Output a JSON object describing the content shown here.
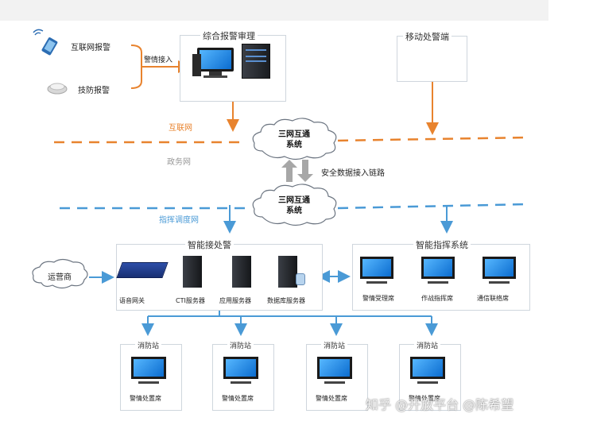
{
  "top_left": {
    "internet_alarm": "互联网报警",
    "tech_alarm": "技防报警",
    "alarm_access": "警情接入"
  },
  "review_box": {
    "title": "综合报警审理"
  },
  "mobile_box": {
    "title": "移动处警端"
  },
  "networks": {
    "internet": "互联网",
    "gov": "政务网",
    "dispatch": "指挥调度网"
  },
  "clouds": {
    "upper": [
      "三网互通",
      "系统"
    ],
    "lower": [
      "三网互通",
      "系统"
    ],
    "link": "安全数据接入链路"
  },
  "operator": "运营商",
  "smart_alarm": {
    "title": "智能接处警",
    "items": [
      "语音网关",
      "CTI服务器",
      "应用服务器",
      "数据库服务器"
    ]
  },
  "smart_command": {
    "title": "智能指挥系统",
    "items": [
      "警情受理席",
      "作战指挥席",
      "通信联络席"
    ]
  },
  "stations": [
    {
      "title": "消防站",
      "seat": "警情处置席"
    },
    {
      "title": "消防站",
      "seat": "警情处置席"
    },
    {
      "title": "消防站",
      "seat": "警情处置席"
    },
    {
      "title": "消防站",
      "seat": "警情处置席"
    }
  ],
  "watermark": "知乎 @开放平台 @陈希望",
  "colors": {
    "orange": "#e8832e",
    "blue": "#4a9ad6",
    "gray": "#a7a7a7"
  }
}
